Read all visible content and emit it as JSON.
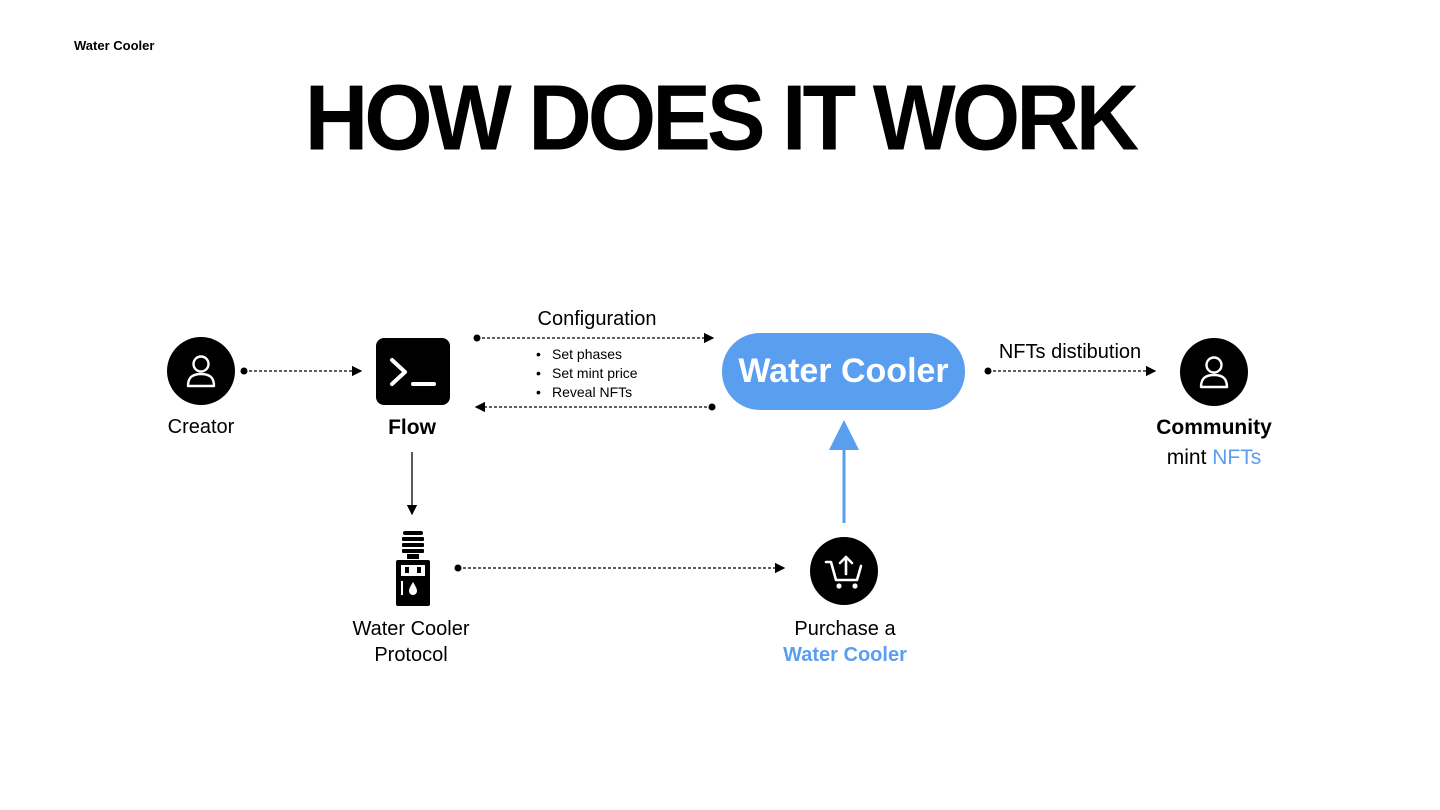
{
  "brand": "Water Cooler",
  "title": "HOW DOES IT WORK",
  "nodes": {
    "creator": "Creator",
    "flow": "Flow",
    "water_cooler": "Water Cooler",
    "protocol_line1": "Water Cooler",
    "protocol_line2": "Protocol",
    "purchase_line1": "Purchase a",
    "purchase_line2": "Water Cooler",
    "community_line1": "Community",
    "community_line2_plain": "mint",
    "community_line2_accent": "NFTs"
  },
  "edges": {
    "configuration": "Configuration",
    "config_items": [
      "Set phases",
      "Set mint price",
      "Reveal NFTs"
    ],
    "distribution": "NFTs distibution"
  },
  "colors": {
    "accent": "#5a9ef0",
    "ink": "#000000"
  },
  "icons": [
    "person-icon",
    "terminal-icon",
    "water-cooler-icon",
    "cart-upload-icon"
  ]
}
